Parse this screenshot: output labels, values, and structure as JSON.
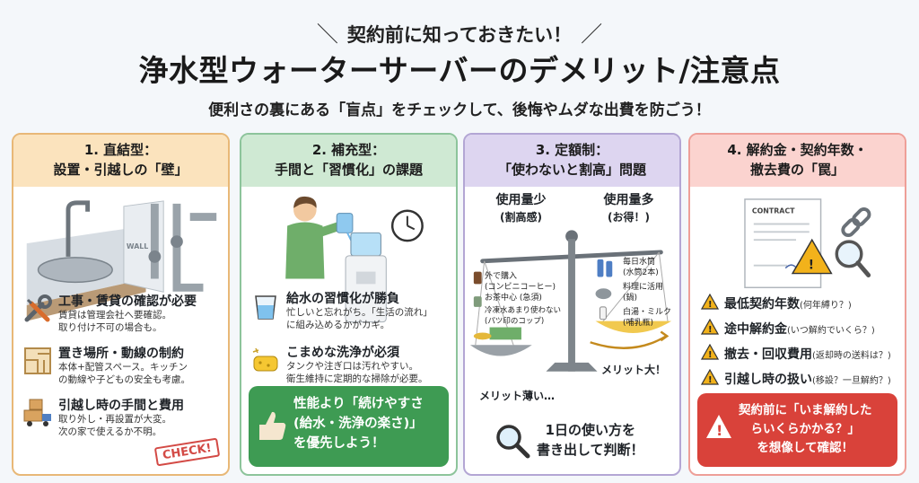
{
  "header": {
    "eyebrow": "契約前に知っておきたい！",
    "title": "浄水型ウォーターサーバーのデメリット/注意点",
    "subtitle": "便利さの裏にある「盲点」をチェックして、後悔やムダな出費を防ごう！"
  },
  "cards": [
    {
      "heading_line1": "1. 直結型：",
      "heading_line2": "設置・引越しの「壁」",
      "wall_label": "WALL",
      "items": [
        {
          "title": "工事・賃貸の確認が必要",
          "desc1": "賃貸は管理会社へ要確認。",
          "desc2": "取り付け不可の場合も。"
        },
        {
          "title": "置き場所・動線の制約",
          "desc1": "本体+配管スペース。キッチン",
          "desc2": "の動線や子どもの安全も考慮。"
        },
        {
          "title": "引越し時の手間と費用",
          "desc1": "取り外し・再設置が大変。",
          "desc2": "次の家で使えるか不明。"
        }
      ],
      "stamp": "CHECK!"
    },
    {
      "heading_line1": "2. 補充型：",
      "heading_line2": "手間と「習慣化」の課題",
      "items": [
        {
          "title": "給水の習慣化が勝負",
          "desc1": "忙しいと忘れがち。「生活の流れ」",
          "desc2": "に組み込めるかがカギ。"
        },
        {
          "title": "こまめな洗浄が必須",
          "desc1": "タンクや注ぎ口は汚れやすい。",
          "desc2": "衛生維持に定期的な掃除が必要。"
        }
      ],
      "callout_line1": "性能より「続けやすさ",
      "callout_line2": "(給水・洗浄の楽さ)」",
      "callout_line3": "を優先しよう！"
    },
    {
      "heading_line1": "3. 定額制：",
      "heading_line2": "「使わないと割高」問題",
      "left_label1": "使用量少",
      "left_label2": "(割高感)",
      "right_label1": "使用量多",
      "right_label2": "(お得！)",
      "left_notes": [
        "外で購入",
        "(コンビニコーヒー)",
        "お茶中心 (急須)",
        "冷凍水あまり使わない",
        "(パツ印のコップ)"
      ],
      "right_notes": [
        "毎日水筒",
        "(水筒2本)",
        "料理に活用",
        "(鍋)",
        "白湯・ミルク",
        "(哺乳瓶)"
      ],
      "left_result": "メリット薄い…",
      "right_result": "メリット大！",
      "bottom_line1": "1日の使い方を",
      "bottom_line2": "書き出して判断！"
    },
    {
      "heading_line1": "4. 解約金・契約年数・",
      "heading_line2": "撤去費の「罠」",
      "contract_label": "CONTRACT",
      "items": [
        {
          "title": "最低契約年数",
          "note": "(何年縛り？)"
        },
        {
          "title": "途中解約金",
          "note": "(いつ解約でいくら？)"
        },
        {
          "title": "撤去・回収費用",
          "note": "(返却時の送料は？)"
        },
        {
          "title": "引越し時の扱い",
          "note": "(移設？一旦解約？)"
        }
      ],
      "callout_line1": "契約前に「いま解約した",
      "callout_line2": "らいくらかかる？」",
      "callout_line3": "を想像して確認！"
    }
  ],
  "colors": {
    "card1": "#e8b877",
    "card2": "#8dc49b",
    "card3": "#b3a6d4",
    "card4": "#ee9f98",
    "green_callout": "#3e9b53",
    "red_callout": "#d9423a",
    "warning": "#f2b21b"
  }
}
